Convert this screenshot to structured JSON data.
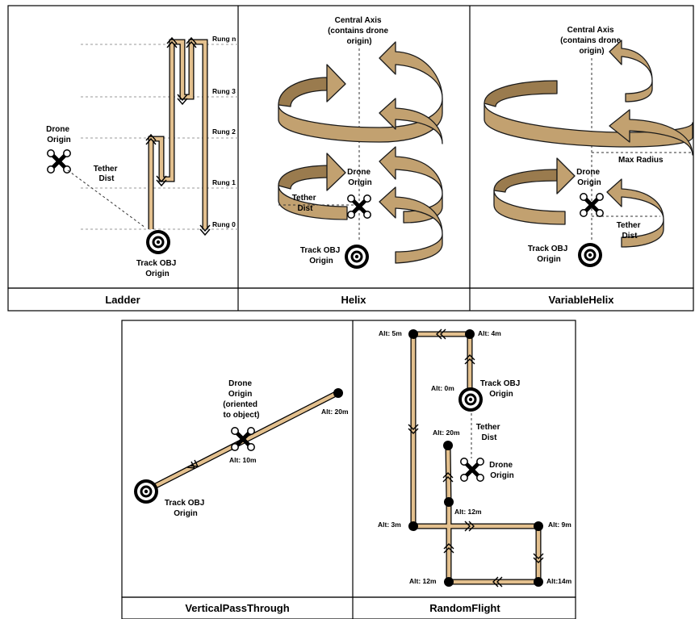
{
  "panels": {
    "ladder": {
      "caption": "Ladder",
      "rungs": [
        "Rung n",
        "Rung 3",
        "Rung 2",
        "Rung 1",
        "Rung 0"
      ],
      "drone_label": [
        "Drone",
        "Origin"
      ],
      "tether_label": [
        "Tether",
        "Dist"
      ],
      "track_label": [
        "Track OBJ",
        "Origin"
      ]
    },
    "helix": {
      "caption": "Helix",
      "axis_label": [
        "Central Axis",
        "(contains drone",
        "origin)"
      ],
      "drone_label": [
        "Drone",
        "Origin"
      ],
      "tether_label": [
        "Tether",
        "Dist"
      ],
      "track_label": [
        "Track OBJ",
        "Origin"
      ]
    },
    "variable_helix": {
      "caption": "VariableHelix",
      "axis_label": [
        "Central Axis",
        "(contains drone",
        "origin)"
      ],
      "max_radius_label": "Max Radius",
      "drone_label": [
        "Drone",
        "Origin"
      ],
      "tether_label": [
        "Tether",
        "Dist"
      ],
      "track_label": [
        "Track OBJ",
        "Origin"
      ]
    },
    "vertical_pass_through": {
      "caption": "VerticalPassThrough",
      "drone_label": [
        "Drone",
        "Origin",
        "(oriented",
        "to object)"
      ],
      "alt_mid": "Alt: 10m",
      "alt_end": "Alt: 20m",
      "track_label": [
        "Track OBJ",
        "Origin"
      ]
    },
    "random_flight": {
      "caption": "RandomFlight",
      "altitudes": {
        "top_left": "Alt: 5m",
        "top_right": "Alt: 4m",
        "origin": "Alt: 0m",
        "inner_top": "Alt: 20m",
        "inner_mid": "Alt: 12m",
        "left_mid": "Alt: 3m",
        "right_mid": "Alt: 9m",
        "bottom_left": "Alt: 12m",
        "bottom_right": "Alt:14m"
      },
      "track_label": [
        "Track OBJ",
        "Origin"
      ],
      "tether_label": [
        "Tether",
        "Dist"
      ],
      "drone_label": [
        "Drone",
        "Origin"
      ]
    }
  },
  "colors": {
    "path_fill": "#e3c08e",
    "ribbon": "#c2a170",
    "ribbon_dark": "#9a7b4e"
  }
}
